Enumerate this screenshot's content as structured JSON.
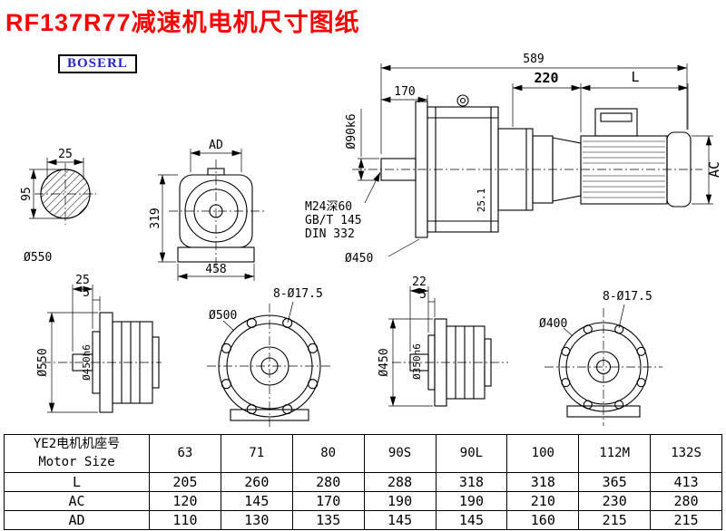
{
  "title": "RF137R77减速机电机尺寸图纸",
  "logo": "BOSERL",
  "labels": {
    "shaft_section": {
      "width": "25",
      "height": "95",
      "dia": "Ø550"
    },
    "front_view": {
      "ad": "AD",
      "h": "319",
      "w": "458"
    },
    "main_view": {
      "total": "589",
      "shaft_len": "170",
      "shaft_dia": "Ø90k6",
      "thread": "M24深60",
      "std1": "GB/T 145",
      "std2": "DIN 332",
      "flange_dia": "Ø450",
      "key": "25.1",
      "adapter": "220",
      "motor_len": "L",
      "motor_h": "AC"
    },
    "flange_side_1": {
      "d1": "25",
      "d2": "5",
      "dia_outer": "Ø550",
      "dia_spigot": "Ø450h6"
    },
    "flange_front_1": {
      "holes": "8-Ø17.5",
      "dia": "Ø500"
    },
    "flange_side_2": {
      "d1": "22",
      "d2": "5",
      "dia_outer": "Ø450",
      "dia_spigot": "Ø350h6"
    },
    "flange_front_2": {
      "holes": "8-Ø17.5",
      "dia": "Ø400"
    }
  },
  "table": {
    "header_line1": "YE2电机机座号",
    "header_line2": "Motor Size",
    "sizes": [
      "63",
      "71",
      "80",
      "90S",
      "90L",
      "100",
      "112M",
      "132S"
    ],
    "rows": [
      {
        "label": "L",
        "values": [
          "205",
          "260",
          "280",
          "288",
          "318",
          "318",
          "365",
          "413"
        ]
      },
      {
        "label": "AC",
        "values": [
          "120",
          "145",
          "170",
          "190",
          "190",
          "210",
          "230",
          "280"
        ]
      },
      {
        "label": "AD",
        "values": [
          "110",
          "130",
          "135",
          "145",
          "145",
          "160",
          "215",
          "215"
        ]
      }
    ]
  }
}
